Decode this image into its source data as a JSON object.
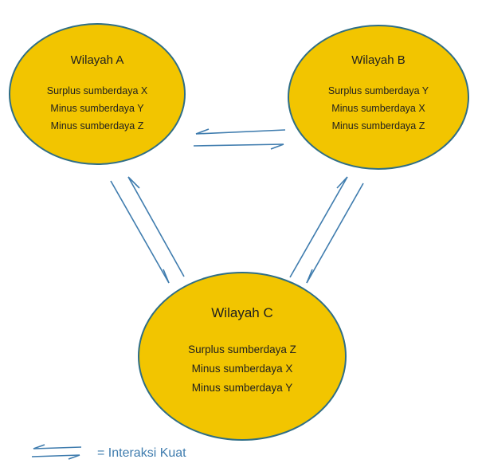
{
  "colors": {
    "region_fill": "#f2c500",
    "region_stroke": "#2f6e86",
    "arrow": "#3f7cae",
    "legend_text": "#3f7cae",
    "text": "#1f1f1f"
  },
  "regions": {
    "a": {
      "title": "Wilayah A",
      "lines": [
        "Surplus sumberdaya X",
        "Minus sumberdaya Y",
        "Minus sumberdaya Z"
      ]
    },
    "b": {
      "title": "Wilayah B",
      "lines": [
        "Surplus sumberdaya Y",
        "Minus sumberdaya X",
        "Minus sumberdaya Z"
      ]
    },
    "c": {
      "title": "Wilayah C",
      "lines": [
        "Surplus sumberdaya Z",
        "Minus sumberdaya X",
        "Minus sumberdaya Y"
      ]
    }
  },
  "legend": {
    "label": "= Interaksi Kuat",
    "icon": "double-arrow-icon"
  }
}
